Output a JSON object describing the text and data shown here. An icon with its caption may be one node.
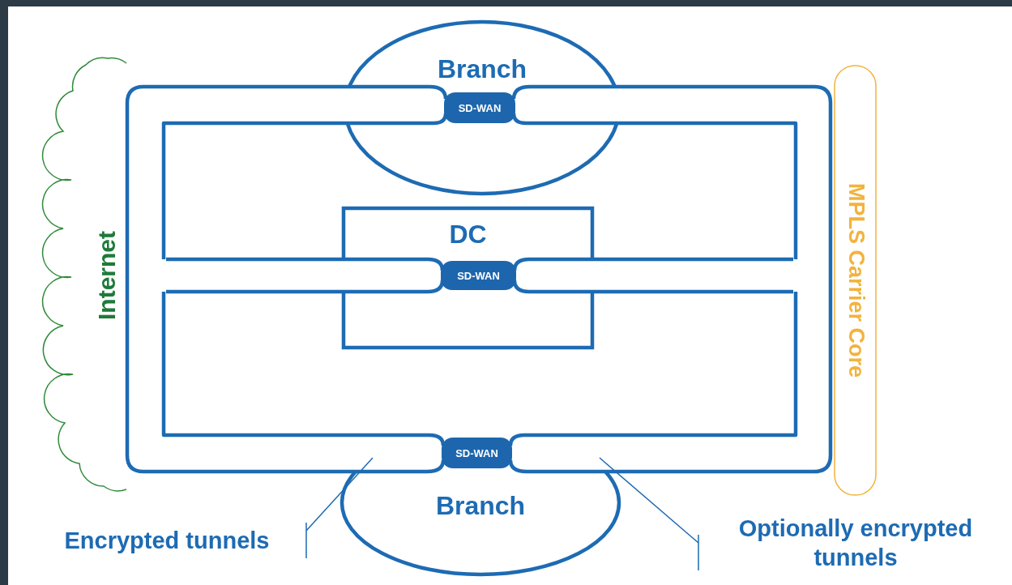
{
  "diagram": {
    "nodes": [
      {
        "text": [
          "Internet"
        ]
      },
      {
        "text": [
          "MPLS Carrier Core"
        ]
      },
      {
        "text": [
          "Branch"
        ]
      },
      {
        "text": [
          "SD-WAN"
        ],
        "in": 2
      },
      {
        "text": [
          "DC"
        ]
      },
      {
        "text": [
          "SD-WAN"
        ]
      },
      {
        "text": [
          "Branch"
        ]
      },
      {
        "text": [
          "SD-WAN"
        ],
        "in": 6
      },
      {
        "text": [
          "Encrypted tunnels"
        ]
      },
      {
        "text": [
          "Optionally encrypted tunnels"
        ]
      },
      {
        "text": [],
        "shape": "bar"
      },
      {
        "text": [],
        "shape": "bar"
      },
      {
        "text": [],
        "shape": "bar"
      }
    ],
    "edges": [
      {
        "from": 8,
        "to": 10,
        "arrow": "none"
      },
      {
        "from": 9,
        "to": 12,
        "arrow": "none"
      }
    ]
  }
}
